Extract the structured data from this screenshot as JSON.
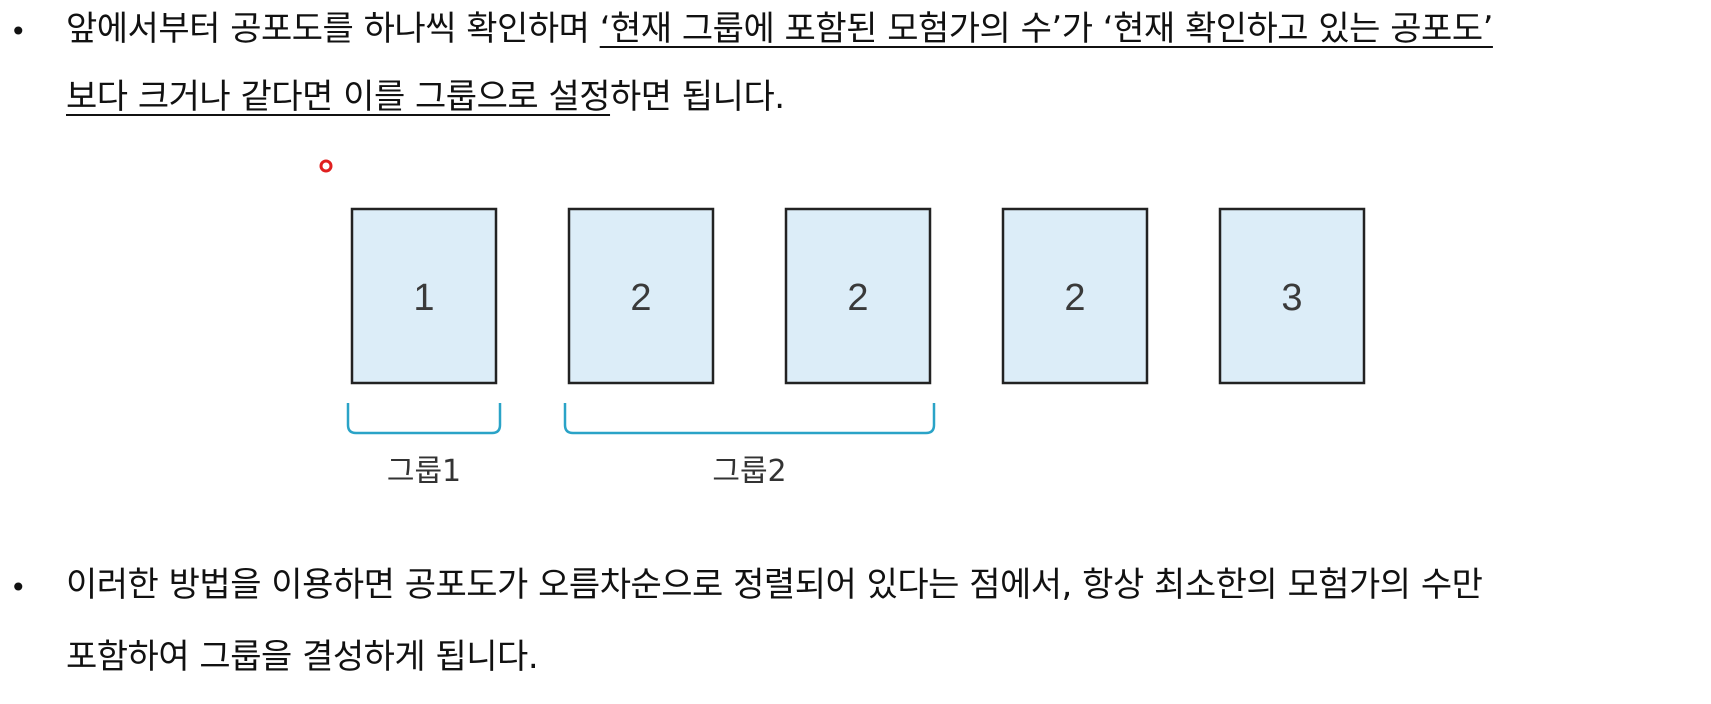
{
  "paragraph1": {
    "bullet": "•",
    "line1_plain": "앞에서부터 공포도를 하나씩 확인하며 ",
    "line1_underlined": "‘현재 그룹에 포함된 모험가의 수’가 ‘현재 확인하고 있는 공포도’",
    "line2_underlined": "보다 크거나 같다면 이를 그룹으로 설정",
    "line2_plain": "하면 됩니다."
  },
  "diagram": {
    "boxes": [
      "1",
      "2",
      "2",
      "2",
      "3"
    ],
    "groups": [
      {
        "label": "그룹1",
        "from": 0,
        "to": 0
      },
      {
        "label": "그룹2",
        "from": 1,
        "to": 2
      }
    ],
    "colors": {
      "box_fill": "#dcedf8",
      "box_stroke": "#222222",
      "bracket": "#2aa3c7",
      "pointer_dot": "#e02020"
    }
  },
  "paragraph2": {
    "bullet": "•",
    "line1": "이러한 방법을 이용하면 공포도가 오름차순으로 정렬되어 있다는 점에서, 항상 최소한의 모험가의 수만",
    "line2": "포함하여 그룹을 결성하게 됩니다."
  }
}
